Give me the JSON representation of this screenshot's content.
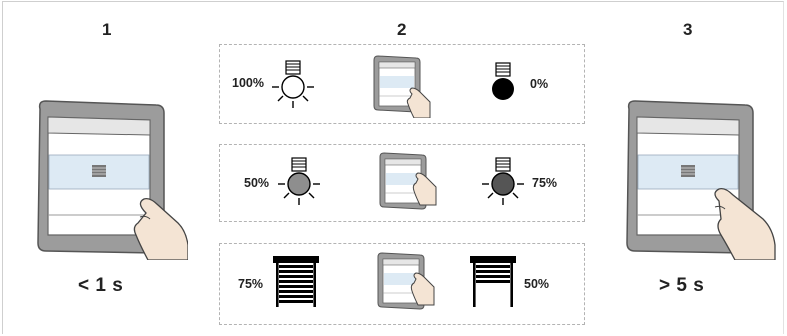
{
  "steps": [
    {
      "number": "1",
      "duration": "< 1 s"
    },
    {
      "number": "2"
    },
    {
      "number": "3",
      "duration": "> 5 s"
    }
  ],
  "modes": [
    {
      "left_value": "100%",
      "right_value": "0%",
      "left_icon": "lamp-on-icon",
      "right_icon": "lamp-off-icon"
    },
    {
      "left_value": "50%",
      "right_value": "75%",
      "left_icon": "lamp-dimmed-icon",
      "right_icon": "lamp-dimmed-icon"
    },
    {
      "left_value": "75%",
      "right_value": "50%",
      "left_icon": "shutter-closed-icon",
      "right_icon": "shutter-half-open-icon"
    }
  ],
  "colors": {
    "frame": "#9c9c9c",
    "rocker": "#ffffff",
    "display": "#ddeaf4",
    "skin": "#f4e4d4",
    "lamp_dimmed": "#8e8e8e",
    "dashed_border": "#b3b3b3"
  }
}
